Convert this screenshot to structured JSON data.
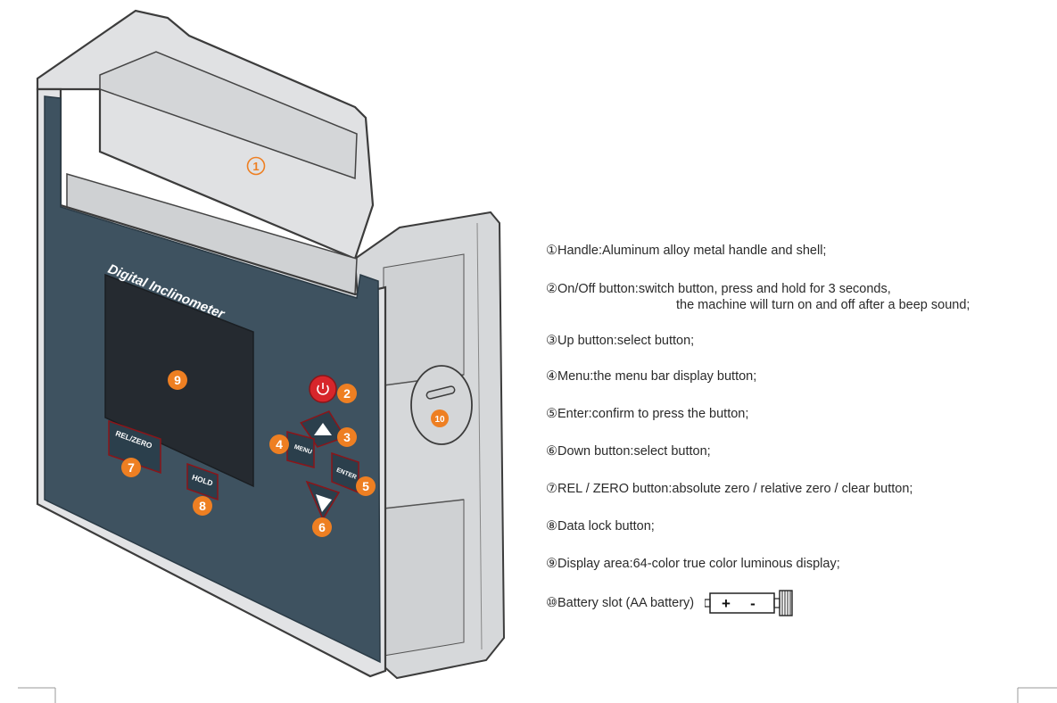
{
  "colors": {
    "shell": "#dedfe1",
    "shell_edge": "#3c3c3c",
    "panel": "#3e5260",
    "accent": "#ee7f22",
    "power": "#d7262b",
    "screen": "#252a30"
  },
  "device": {
    "brand_text": "Digital Inclinometer",
    "buttons": {
      "power_icon": "power-icon",
      "up_icon": "up-arrow-icon",
      "down_icon": "down-arrow-icon",
      "menu_label": "MENU",
      "enter_label": "ENTER",
      "rel_zero_label": "REL/ZERO",
      "hold_label": "HOLD"
    },
    "callouts": [
      "①",
      "②",
      "③",
      "④",
      "⑤",
      "⑥",
      "⑦",
      "⑧",
      "⑨",
      "⑩"
    ]
  },
  "legend": {
    "items": [
      {
        "text": "①Handle:Aluminum alloy metal handle and shell;"
      },
      {
        "text": "②On/Off button:switch button, press and hold for 3 seconds,",
        "cont": "the machine will turn on and off after a beep sound;"
      },
      {
        "text": "③Up button:select button;"
      },
      {
        "text": "④Menu:the menu bar display button;"
      },
      {
        "text": "⑤Enter:confirm to press the button;"
      },
      {
        "text": "⑥Down button:select button;"
      },
      {
        "text": "⑦REL / ZERO button:absolute zero / relative zero / clear button;"
      },
      {
        "text": "⑧Data lock button;"
      },
      {
        "text": "⑨Display area:64-color true color luminous display;"
      },
      {
        "text": "⑩Battery slot (AA battery)"
      }
    ],
    "battery_plus": "+",
    "battery_minus": "-"
  }
}
